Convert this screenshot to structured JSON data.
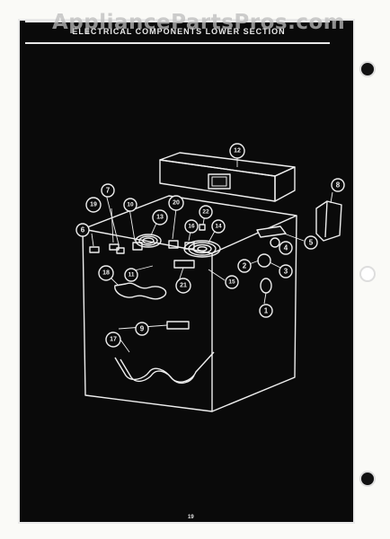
{
  "watermark": "AppliancePartsPros.com",
  "header": {
    "title": "ELECTRICAL COMPONENTS LOWER SECTION"
  },
  "page_number": "19",
  "callouts": [
    "1",
    "2",
    "3",
    "4",
    "5",
    "6",
    "7",
    "8",
    "9",
    "10",
    "11",
    "12",
    "13",
    "14",
    "15",
    "16",
    "17",
    "18",
    "19",
    "20",
    "21",
    "22"
  ],
  "colors": {
    "background": "#0a0a0a",
    "linework": "#eeeeee",
    "paper": "#fafaf7"
  }
}
